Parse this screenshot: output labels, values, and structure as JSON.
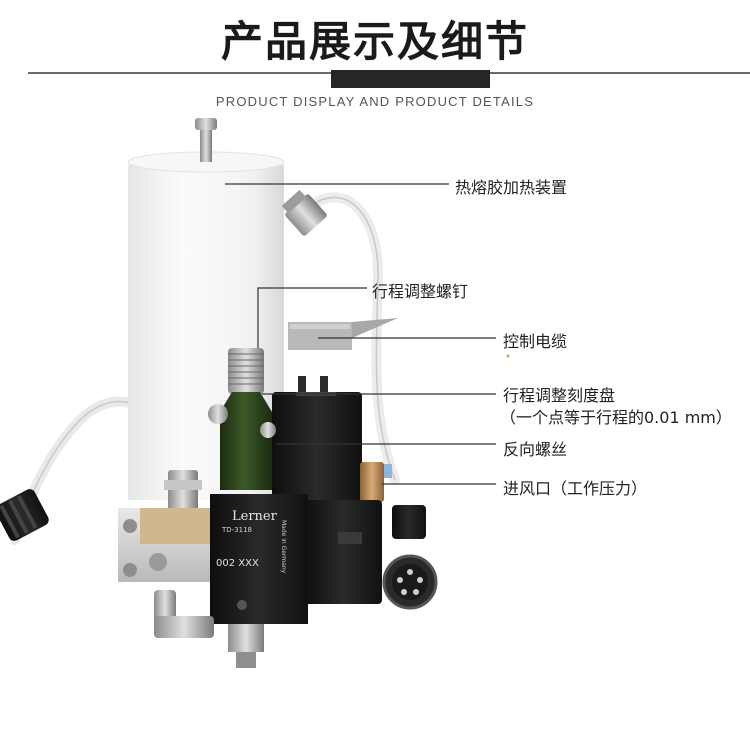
{
  "header": {
    "title": "产品展示及细节",
    "subtitle": "PRODUCT DISPLAY AND PRODUCT DETAILS"
  },
  "product": {
    "brand": "Lerner",
    "model": "TD-3118",
    "serial": "002 XXX",
    "origin": "Made in Germany"
  },
  "callouts": [
    {
      "label": "热熔胶加热装置"
    },
    {
      "label": "行程调整螺钉"
    },
    {
      "label": "控制电缆"
    },
    {
      "label": "行程调整刻度盘"
    },
    {
      "label": "（一个点等于行程的0.01 mm）"
    },
    {
      "label": "反向螺丝"
    },
    {
      "label": "进风口（工作压力）"
    }
  ],
  "colors": {
    "heater_body": "#f4f4f4",
    "valve_body": "#1c1c1c",
    "green_knob": "#2f4a1e",
    "brass_inlet": "#b8895a",
    "leader_line": "#333333"
  }
}
